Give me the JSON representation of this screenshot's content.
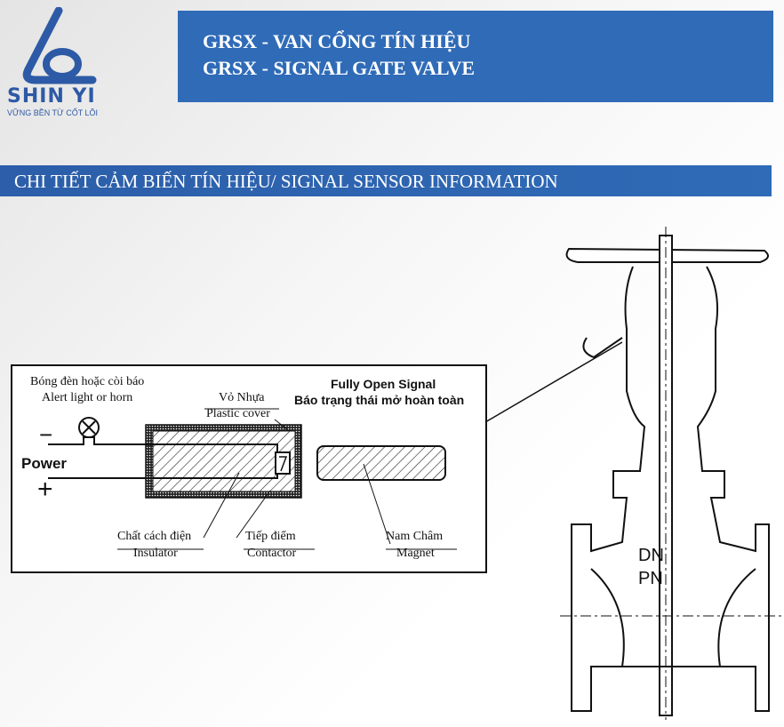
{
  "logo": {
    "brand": "SHIN YI",
    "tagline": "VỮNG BỀN TỪ CỐT LÕI"
  },
  "header": {
    "line1": "GRSX - VAN CỔNG TÍN HIỆU",
    "line2": "GRSX - SIGNAL GATE VALVE"
  },
  "section_title": "CHI TIẾT CẢM BIẾN TÍN HIỆU/ SIGNAL SENSOR INFORMATION",
  "diagram": {
    "alert_vi": "Bóng đèn hoặc còi báo",
    "alert_en": "Alert light or horn",
    "cover_vi": "Vỏ Nhựa",
    "cover_en": "Plastic cover",
    "signal_en": "Fully Open Signal",
    "signal_vi": "Báo trạng thái mở hoàn toàn",
    "power": "Power",
    "minus": "−",
    "plus": "+",
    "insulator_vi": "Chất cách điện",
    "insulator_en": "Insulator",
    "contactor_vi": "Tiếp điểm",
    "contactor_en": "Contactor",
    "magnet_vi": "Nam Châm",
    "magnet_en": "Magnet"
  },
  "valve": {
    "dn": "DN",
    "pn": "PN"
  }
}
